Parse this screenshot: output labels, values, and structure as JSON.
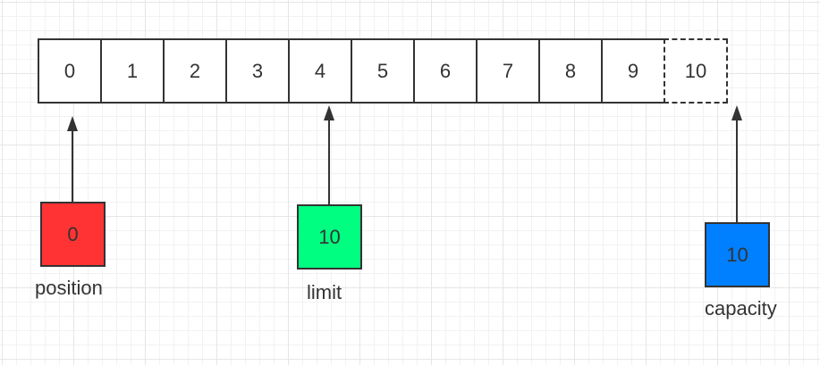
{
  "cells": [
    {
      "label": "0",
      "style": "solid"
    },
    {
      "label": "1",
      "style": "solid"
    },
    {
      "label": "2",
      "style": "solid"
    },
    {
      "label": "3",
      "style": "solid"
    },
    {
      "label": "4",
      "style": "solid"
    },
    {
      "label": "5",
      "style": "solid"
    },
    {
      "label": "6",
      "style": "solid"
    },
    {
      "label": "7",
      "style": "solid"
    },
    {
      "label": "8",
      "style": "solid"
    },
    {
      "label": "9",
      "style": "solid"
    },
    {
      "label": "10",
      "style": "dashed"
    }
  ],
  "markers": {
    "position": {
      "value": "0",
      "label": "position",
      "color": "#ff3333",
      "points_to_cell": 0
    },
    "limit": {
      "value": "10",
      "label": "limit",
      "color": "#00ff80",
      "points_to_cell": 4
    },
    "capacity": {
      "value": "10",
      "label": "capacity",
      "color": "#007fff",
      "points_to_cell": 10
    }
  }
}
